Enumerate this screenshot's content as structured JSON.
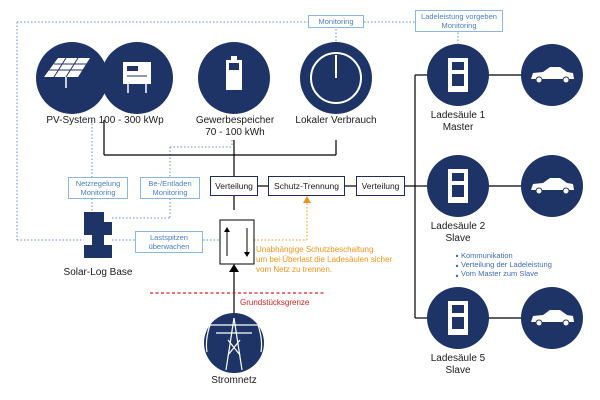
{
  "colors": {
    "navy": "#1f3466",
    "line": "#000000",
    "dotted_blue": "#5b8fd0",
    "orange": "#f0941e",
    "red": "#d42020"
  },
  "top_tags": {
    "monitoring": "Monitoring",
    "ladeleistung_line1": "Ladeleistung vorgeben",
    "ladeleistung_line2": "Monitoring"
  },
  "nodes": {
    "pv": {
      "icon": "solar-panel-inverter-icon",
      "label": "PV-System 100 - 300 kWp"
    },
    "speicher": {
      "icon": "battery-icon",
      "label_line1": "Gewerbespeicher",
      "label_line2": "70 - 100 kWh"
    },
    "verbrauch": {
      "icon": "power-meter-icon",
      "label": "Lokaler Verbrauch"
    },
    "solarlog": {
      "icon": "solar-log-device-icon",
      "label": "Solar-Log Base"
    },
    "stromnetz": {
      "icon": "power-pylon-icon",
      "label": "Stromnetz"
    }
  },
  "chargers": [
    {
      "icon": "charging-station-icon",
      "car_icon": "car-icon",
      "line1": "Ladesäule 1",
      "line2": "Master"
    },
    {
      "icon": "charging-station-icon",
      "car_icon": "car-icon",
      "line1": "Ladesäule 2",
      "line2": "Slave"
    },
    {
      "icon": "charging-station-icon",
      "car_icon": "car-icon",
      "line1": "Ladesäule 5",
      "line2": "Slave"
    }
  ],
  "boxes": {
    "verteilung_left": "Verteilung",
    "schutz": "Schutz-Trennung",
    "verteilung_right": "Verteilung"
  },
  "mid_tags": {
    "netzregelung_line1": "Netzregelung",
    "netzregelung_line2": "Monitoring",
    "beentladen_line1": "Be-/Entladen",
    "beentladen_line2": "Monitoring",
    "lastspitzen_line1": "Lastspitzen",
    "lastspitzen_line2": "überwachen"
  },
  "protection_note": {
    "line1": "Unabhängige Schutzbeschaltung",
    "line2": "um bei Überlast die Ladesäulen sicher",
    "line3": "vom Netz zu trennen."
  },
  "grundstueck": "Grundstücksgrenze",
  "communication": {
    "line1": "Kommunikation",
    "line2": "Verteilung der Ladeleistung",
    "line3": "Vom Master zum Slave"
  }
}
